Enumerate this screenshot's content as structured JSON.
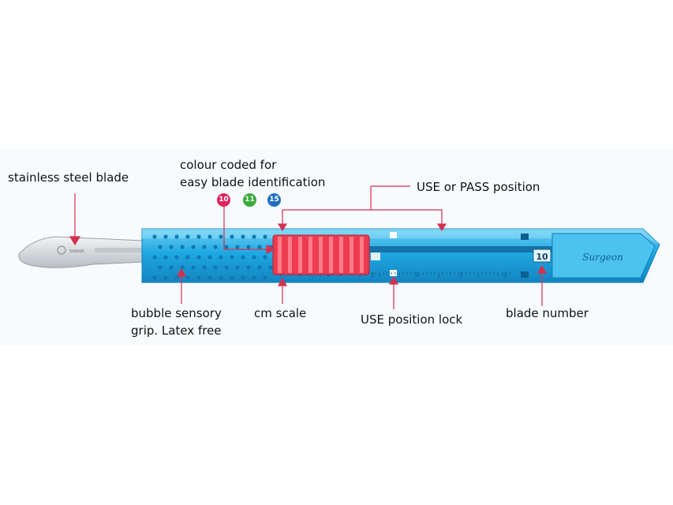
{
  "labels": {
    "blade": "stainless steel blade",
    "colour_line1": "colour coded for",
    "colour_line2": "easy blade identification",
    "use_pass": "USE or PASS position",
    "bubble_line1": "bubble sensory",
    "bubble_line2": "grip. Latex free",
    "cm_scale": "cm scale",
    "use_lock": "USE position lock",
    "blade_number": "blade number"
  },
  "badges": [
    {
      "text": "10",
      "color": "#e0245e"
    },
    {
      "text": "11",
      "color": "#3aab3a"
    },
    {
      "text": "15",
      "color": "#1e6fc0"
    }
  ],
  "scalpel": {
    "brand": "Surgeon",
    "blade_number": "10",
    "blade_mark": "SWANN",
    "scale_numbers": [
      "4",
      "3",
      "2",
      "1",
      "0"
    ],
    "colors": {
      "handle": "#1fa8e2",
      "handle_light": "#6fd0f5",
      "slider": "#ef3b4f",
      "slider_stripe": "#ff8d97",
      "arrow": "#d6304f",
      "blade": "#d9dde0"
    }
  }
}
